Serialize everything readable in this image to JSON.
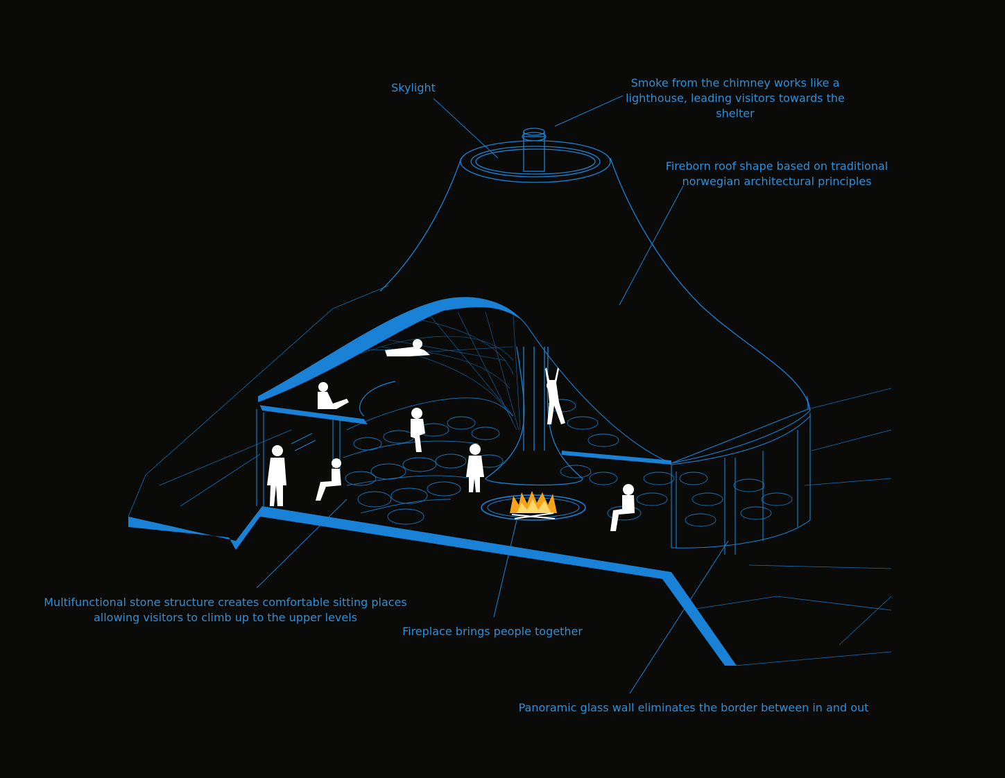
{
  "colors": {
    "background": "#0a0a08",
    "accent": "#1a82d6",
    "line": "#2f8fd8",
    "figure": "#ffffff",
    "fire": "#f7a21b"
  },
  "annotations": {
    "skylight": "Skylight",
    "smoke": "Smoke from the chimney works like a\nlighthouse, leading visitors towards the\nshelter",
    "roof": "Fireborn roof shape based on traditional\nnorwegian architectural principles",
    "stone": "Multifunctional stone structure creates comfortable sitting places\nallowing visitors to climb up to the upper levels",
    "fireplace": "Fireplace brings people together",
    "glass": "Panoramic glass wall eliminates the border between in and out"
  }
}
